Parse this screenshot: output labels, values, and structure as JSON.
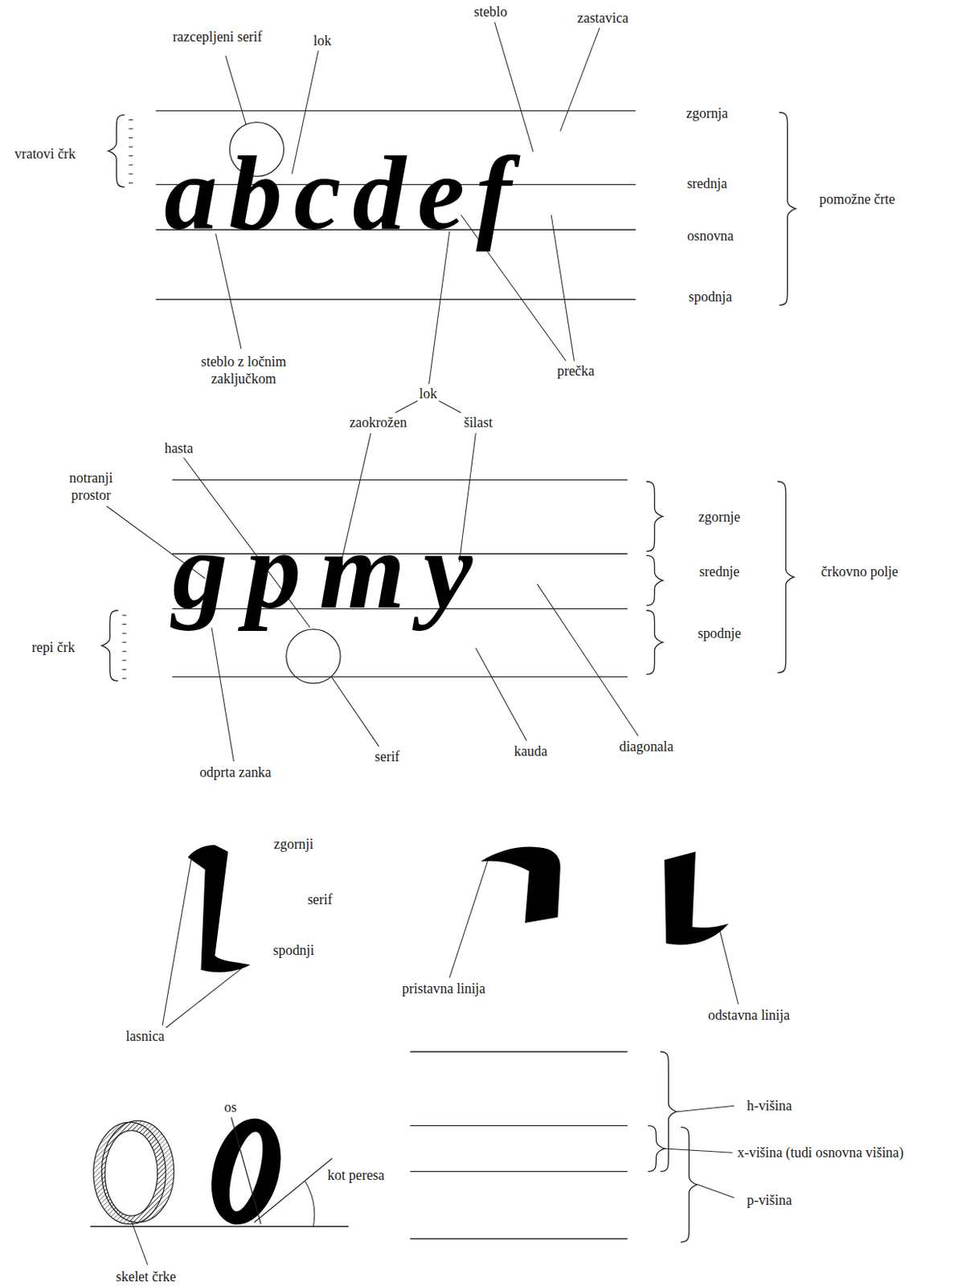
{
  "diagram": {
    "labels": [
      "razcepljeni serif",
      "lok",
      "steblo",
      "zastavica",
      "vratovi črk",
      "zgornja",
      "srednja",
      "osnovna",
      "spodnja",
      "pomožne črte",
      "abcdef",
      "steblo z ločnim zaključkom",
      "prečka",
      "lok",
      "zaokrožen",
      "šilast",
      "hasta",
      "notranji prostor",
      "zgornje",
      "srednje",
      "spodnje",
      "črkovno polje",
      "repi črk",
      "gpmy",
      "odprta zanka",
      "serif",
      "kauda",
      "diagonala",
      "zgornji",
      "serif",
      "spodnji",
      "lasnica",
      "pristavna linija",
      "odstavna linija",
      "os",
      "kot peresa",
      "skelet črke",
      "h-višina",
      "x-višina (tudi osnovna višina)",
      "p-višina"
    ]
  }
}
